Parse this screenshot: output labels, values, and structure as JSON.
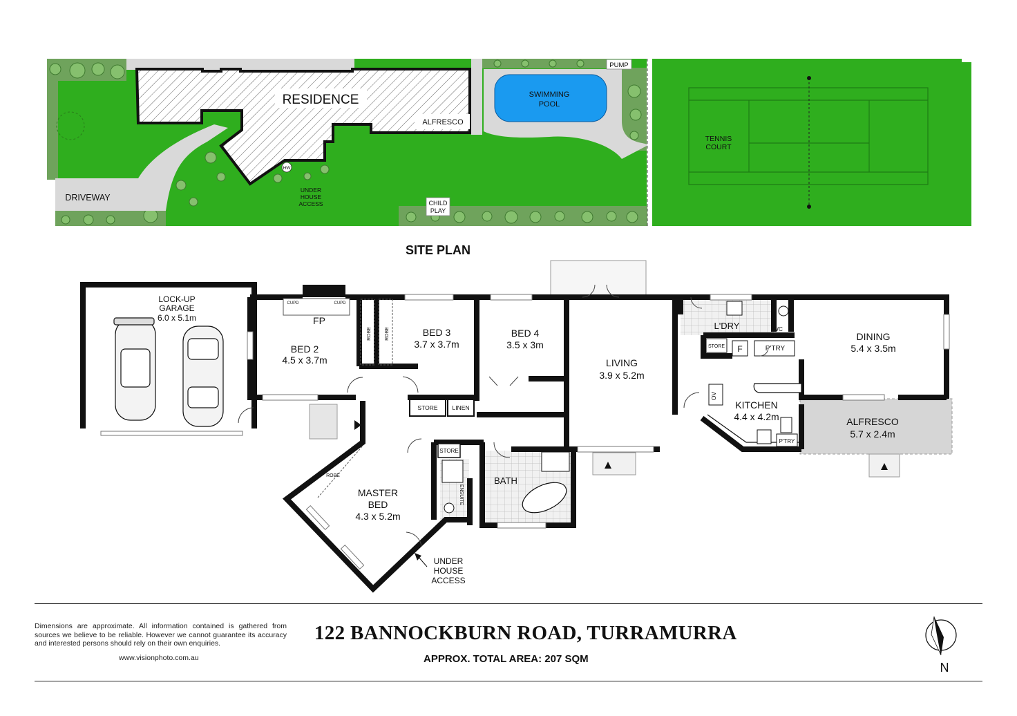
{
  "site_plan": {
    "title": "SITE PLAN",
    "labels": {
      "residence": "RESIDENCE",
      "alfresco": "ALFRESCO",
      "pump": "PUMP",
      "pool_1": "SWIMMING",
      "pool_2": "POOL",
      "tennis_1": "TENNIS",
      "tennis_2": "COURT",
      "driveway": "DRIVEWAY",
      "hw": "HW",
      "under_1": "UNDER",
      "under_2": "HOUSE",
      "under_3": "ACCESS",
      "child_1": "CHILD",
      "child_2": "PLAY"
    },
    "colors": {
      "lawn": "#2fae1e",
      "hedge": "#5a9e4a",
      "paving": "#d9d9d9",
      "pool": "#1a9af0"
    }
  },
  "floor_plan": {
    "rooms": {
      "garage_1": "LOCK-UP",
      "garage_2": "GARAGE",
      "garage_dim": "6.0 x 5.1m",
      "bed2": "BED 2",
      "bed2_dim": "4.5 x 3.7m",
      "fp": "FP",
      "cupd": "CUPD",
      "robe": "ROBE",
      "bed3": "BED 3",
      "bed3_dim": "3.7 x 3.7m",
      "bed4": "BED 4",
      "bed4_dim": "3.5 x 3m",
      "living": "LIVING",
      "living_dim": "3.9 x 5.2m",
      "store": "STORE",
      "linen": "LINEN",
      "ldry": "L'DRY",
      "wc": "WC",
      "f": "F",
      "ptry": "P'TRY",
      "dining": "DINING",
      "dining_dim": "5.4 x 3.5m",
      "kitchen": "KITCHEN",
      "kitchen_dim": "4.4 x 4.2m",
      "ov": "OV",
      "alfresco": "ALFRESCO",
      "alfresco_dim": "5.7 x 2.4m",
      "master_1": "MASTER",
      "master_2": "BED",
      "master_dim": "4.3 x 5.2m",
      "ensuite": "ENSUITE",
      "bath": "BATH",
      "under_1": "UNDER",
      "under_2": "HOUSE",
      "under_3": "ACCESS"
    }
  },
  "footer": {
    "disclaimer": "Dimensions are approximate. All information contained is gathered from sources we believe to be reliable. However we cannot guarantee its accuracy and interested persons should rely on their own enquiries.",
    "website": "www.visionphoto.com.au",
    "address": "122 BANNOCKBURN ROAD, TURRAMURRA",
    "area": "APPROX. TOTAL AREA: 207 SQM",
    "compass": "N"
  }
}
